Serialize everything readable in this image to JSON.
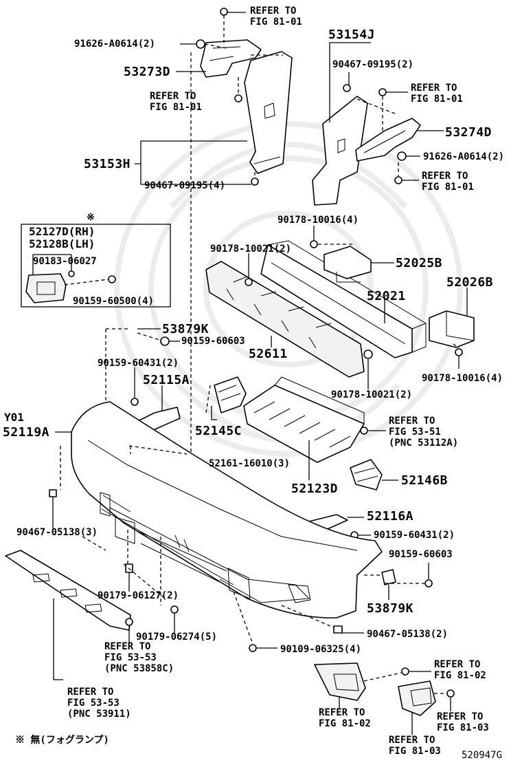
{
  "labels": {
    "refer_81_01_top": [
      "REFER TO",
      "FIG 81-01"
    ],
    "p91626_a0614_left": "91626-A0614(2)",
    "p53273d": "53273D",
    "refer_81_01_mid": [
      "REFER TO",
      "FIG 81-01"
    ],
    "p53153h": "53153H",
    "p90467_09195_4": "90467-09195(4)",
    "p53154j": "53154J",
    "p90467_09195_2": "90467-09195(2)",
    "refer_81_01_right": [
      "REFER TO",
      "FIG 81-01"
    ],
    "p53274d": "53274D",
    "p91626_a0614_right": "91626-A0614(2)",
    "refer_81_01_right2": [
      "REFER TO",
      "FIG 81-01"
    ],
    "asterisk_mark": "※",
    "p52127d": "52127D(RH)",
    "p52128b": "52128B(LH)",
    "p90183_06027": "90183-06027",
    "p90159_60500": "90159-60500(4)",
    "p90178_10016_top": "90178-10016(4)",
    "p90178_10021_top": "90178-10021(2)",
    "p52025b": "52025B",
    "p52026b": "52026B",
    "p52021": "52021",
    "p53879k_top": "53879K",
    "p90159_60603_top": "90159-60603",
    "p52611": "52611",
    "p90178_10016_bottom": "90178-10016(4)",
    "p90178_10021_bottom": "90178-10021(2)",
    "p90159_60431_top": "90159-60431(2)",
    "p52115a": "52115A",
    "y01": "Y01",
    "p52119a": "52119A",
    "p52145c": "52145C",
    "refer_53_51": [
      "REFER TO",
      "FIG 53-51",
      "(PNC 53112A)"
    ],
    "p52161_16010": "52161-16010(3)",
    "p52146b": "52146B",
    "p52123d": "52123D",
    "p52116a": "52116A",
    "p90467_05138_3": "90467-05138(3)",
    "p90159_60431_bottom": "90159-60431(2)",
    "p90159_60603_bottom": "90159-60603",
    "p90179_06127": "90179-06127(2)",
    "p53879k_bottom": "53879K",
    "p90179_06274": "90179-06274(5)",
    "p90467_05138_2": "90467-05138(2)",
    "refer_53_53_pnc_53858c": [
      "REFER TO",
      "FIG 53-53",
      "(PNC 53858C)"
    ],
    "p90109_06325": "90109-06325(4)",
    "refer_81_02_right": [
      "REFER TO",
      "FIG 81-02"
    ],
    "refer_53_53_pnc_53911": [
      "REFER TO",
      "FIG 53-53",
      "(PNC 53911)"
    ],
    "refer_81_02_bottom": [
      "REFER TO",
      "FIG 81-02"
    ],
    "refer_81_03_right": [
      "REFER TO",
      "FIG 81-03"
    ],
    "refer_81_03_bottom": [
      "REFER TO",
      "FIG 81-03"
    ],
    "footnote": "※ 無(フォグランプ)",
    "figure_id": "520947G"
  }
}
